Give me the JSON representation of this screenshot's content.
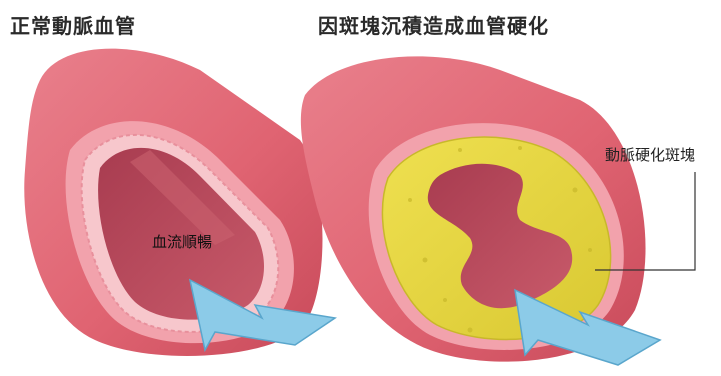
{
  "titles": {
    "normal": "正常動脈血管",
    "hardened": "因斑塊沉積造成血管硬化"
  },
  "labels": {
    "blood_flow": "血流順暢",
    "plaque": "動脈硬化斑塊"
  },
  "colors": {
    "vessel_outer": "#e06472",
    "vessel_outer_dark": "#c84a5a",
    "vessel_wall_cut": "#f2a2ac",
    "vessel_inner_lining": "#f7c7cc",
    "lumen": "#b9475a",
    "plaque": "#e8d83c",
    "plaque_dark": "#c8b82a",
    "arrow": "#8ccbe8",
    "arrow_edge": "#5aa6cc",
    "leader_line": "#333333"
  }
}
